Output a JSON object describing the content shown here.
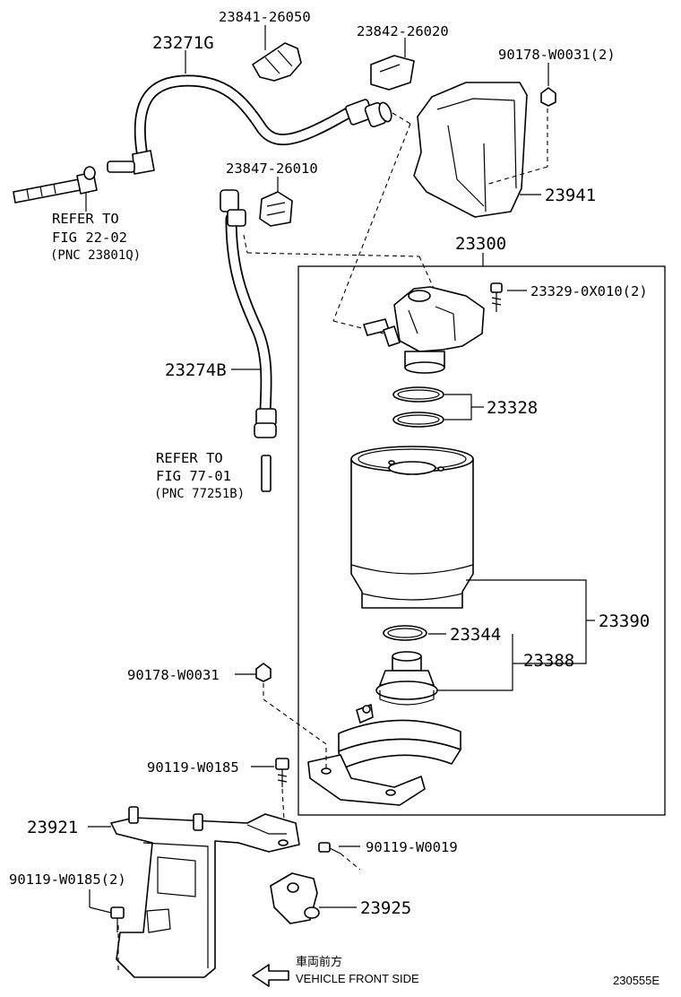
{
  "labels": {
    "p23841": "23841-26050",
    "p23842": "23842-26020",
    "p23271": "23271G",
    "p90178a": "90178-W0031(2)",
    "p23847": "23847-26010",
    "p23941": "23941",
    "p23300": "23300",
    "p23329": "23329-0X010(2)",
    "p23274": "23274B",
    "p23328": "23328",
    "p23390": "23390",
    "p23344": "23344",
    "p23388": "23388",
    "p90178b": "90178-W0031",
    "p90119a": "90119-W0185",
    "p23921": "23921",
    "p90119b": "90119-W0019",
    "p90119c": "90119-W0185(2)",
    "p23925": "23925"
  },
  "refs": {
    "ref1": {
      "line1": "REFER TO",
      "line2": "FIG 22-02",
      "line3": "(PNC 23801Q)"
    },
    "ref2": {
      "line1": "REFER TO",
      "line2": "FIG 77-01",
      "line3": "(PNC 77251B)"
    }
  },
  "direction": {
    "jp": "車両前方",
    "en": "VEHICLE FRONT SIDE"
  },
  "figure_id": "230555E"
}
